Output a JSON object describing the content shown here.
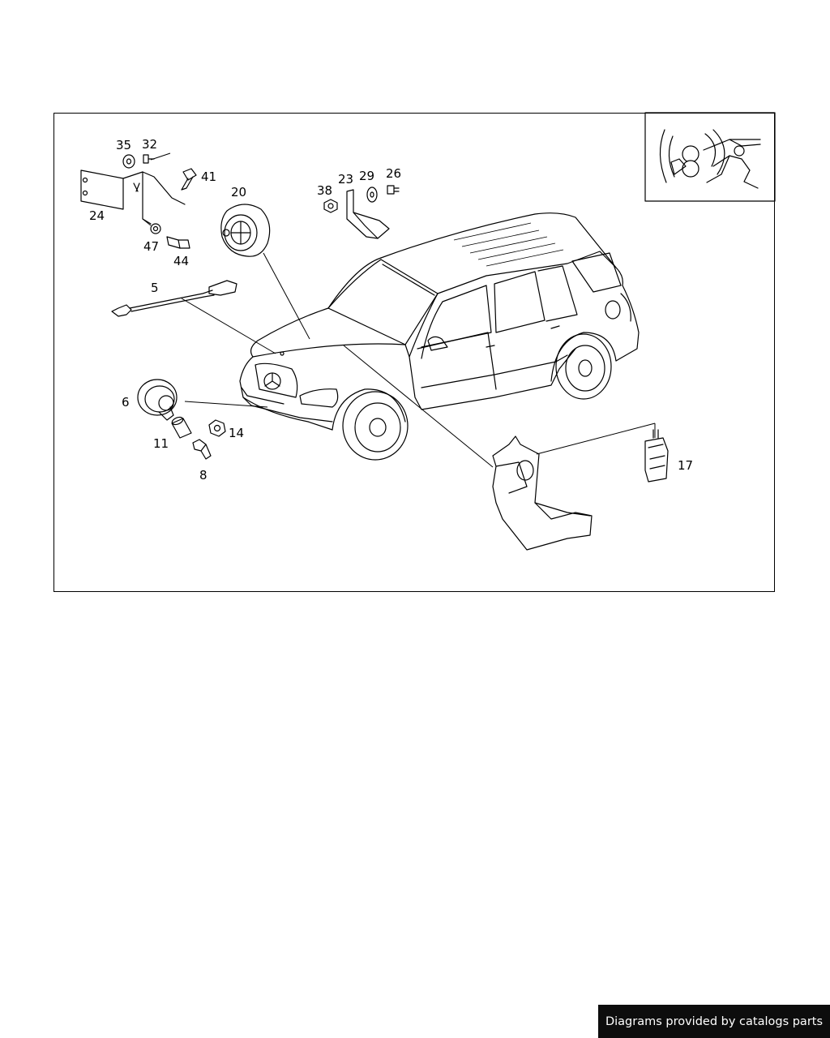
{
  "diagram": {
    "callouts": [
      {
        "id": "c35",
        "text": "35"
      },
      {
        "id": "c32",
        "text": "32"
      },
      {
        "id": "c41",
        "text": "41"
      },
      {
        "id": "c24",
        "text": "24"
      },
      {
        "id": "c47",
        "text": "47"
      },
      {
        "id": "c44",
        "text": "44"
      },
      {
        "id": "c20",
        "text": "20"
      },
      {
        "id": "c38",
        "text": "38"
      },
      {
        "id": "c23",
        "text": "23"
      },
      {
        "id": "c29",
        "text": "29"
      },
      {
        "id": "c26",
        "text": "26"
      },
      {
        "id": "c5",
        "text": "5"
      },
      {
        "id": "c6",
        "text": "6"
      },
      {
        "id": "c11",
        "text": "11"
      },
      {
        "id": "c14",
        "text": "14"
      },
      {
        "id": "c8",
        "text": "8"
      },
      {
        "id": "c17",
        "text": "17"
      }
    ]
  },
  "footer": {
    "label": "Diagrams provided by catalogs parts"
  },
  "colors": {
    "line": "#000000",
    "background": "#ffffff",
    "footer_bg": "#0d0d0d",
    "footer_text": "#ffffff"
  },
  "icons": {
    "inset": "alarm-siren-inset-icon"
  }
}
